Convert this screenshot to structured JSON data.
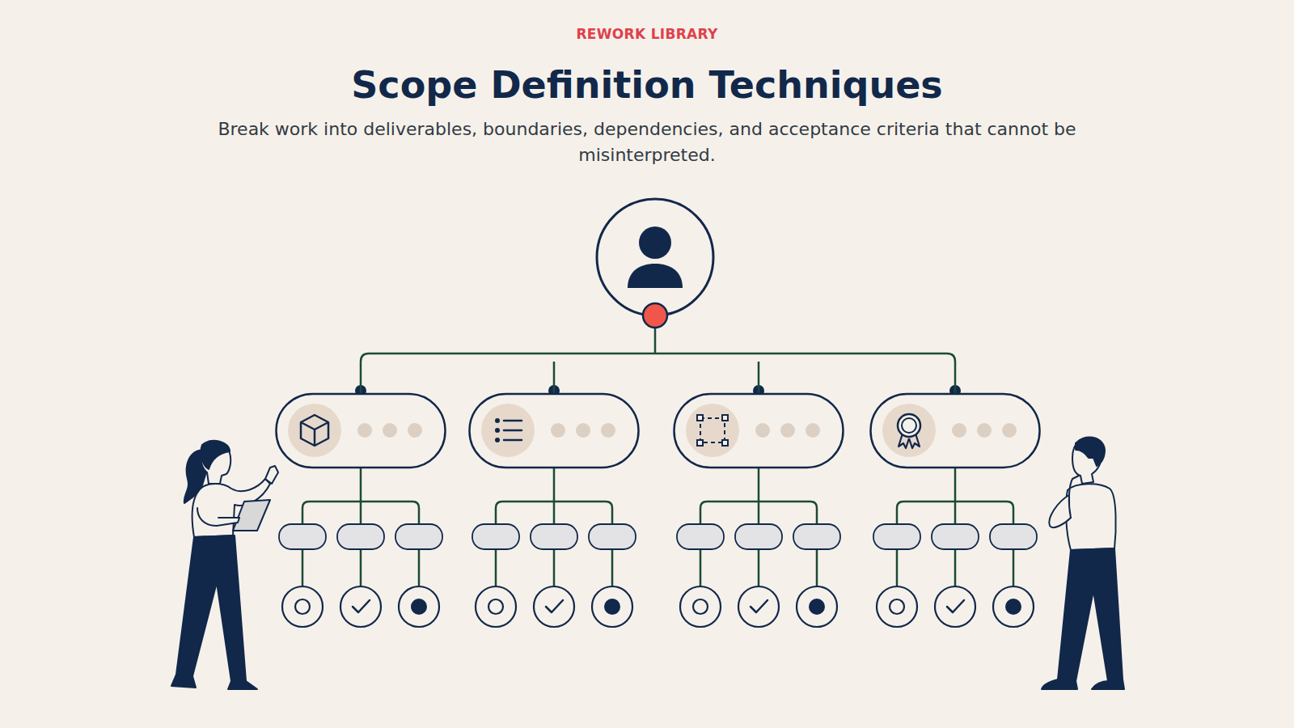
{
  "diagram": {
    "title": "Scope Definition Techniques",
    "caption": "Break work into deliverables, boundaries, dependencies, and acceptance criteria that cannot be misinterpreted.",
    "labels": [
      "REWORK LIBRARY"
    ]
  }
}
